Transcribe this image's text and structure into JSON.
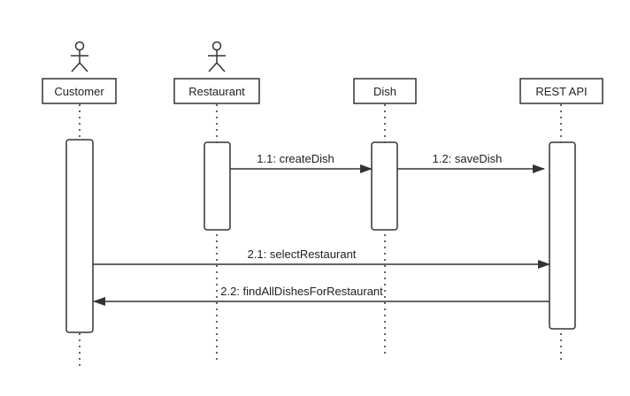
{
  "participants": [
    {
      "name": "Customer",
      "actor": true
    },
    {
      "name": "Restaurant",
      "actor": true
    },
    {
      "name": "Dish",
      "actor": false
    },
    {
      "name": "REST API",
      "actor": false
    }
  ],
  "messages": [
    {
      "label": "1.1: createDish",
      "from": "Restaurant",
      "to": "Dish"
    },
    {
      "label": "1.2: saveDish",
      "from": "Dish",
      "to": "REST API"
    },
    {
      "label": "2.1: selectRestaurant",
      "from": "Customer",
      "to": "REST API"
    },
    {
      "label": "2.2: findAllDishesForRestaurant",
      "from": "REST API",
      "to": "Customer"
    }
  ],
  "colors": {
    "line": "#333333",
    "text": "#222222",
    "background": "#ffffff"
  }
}
